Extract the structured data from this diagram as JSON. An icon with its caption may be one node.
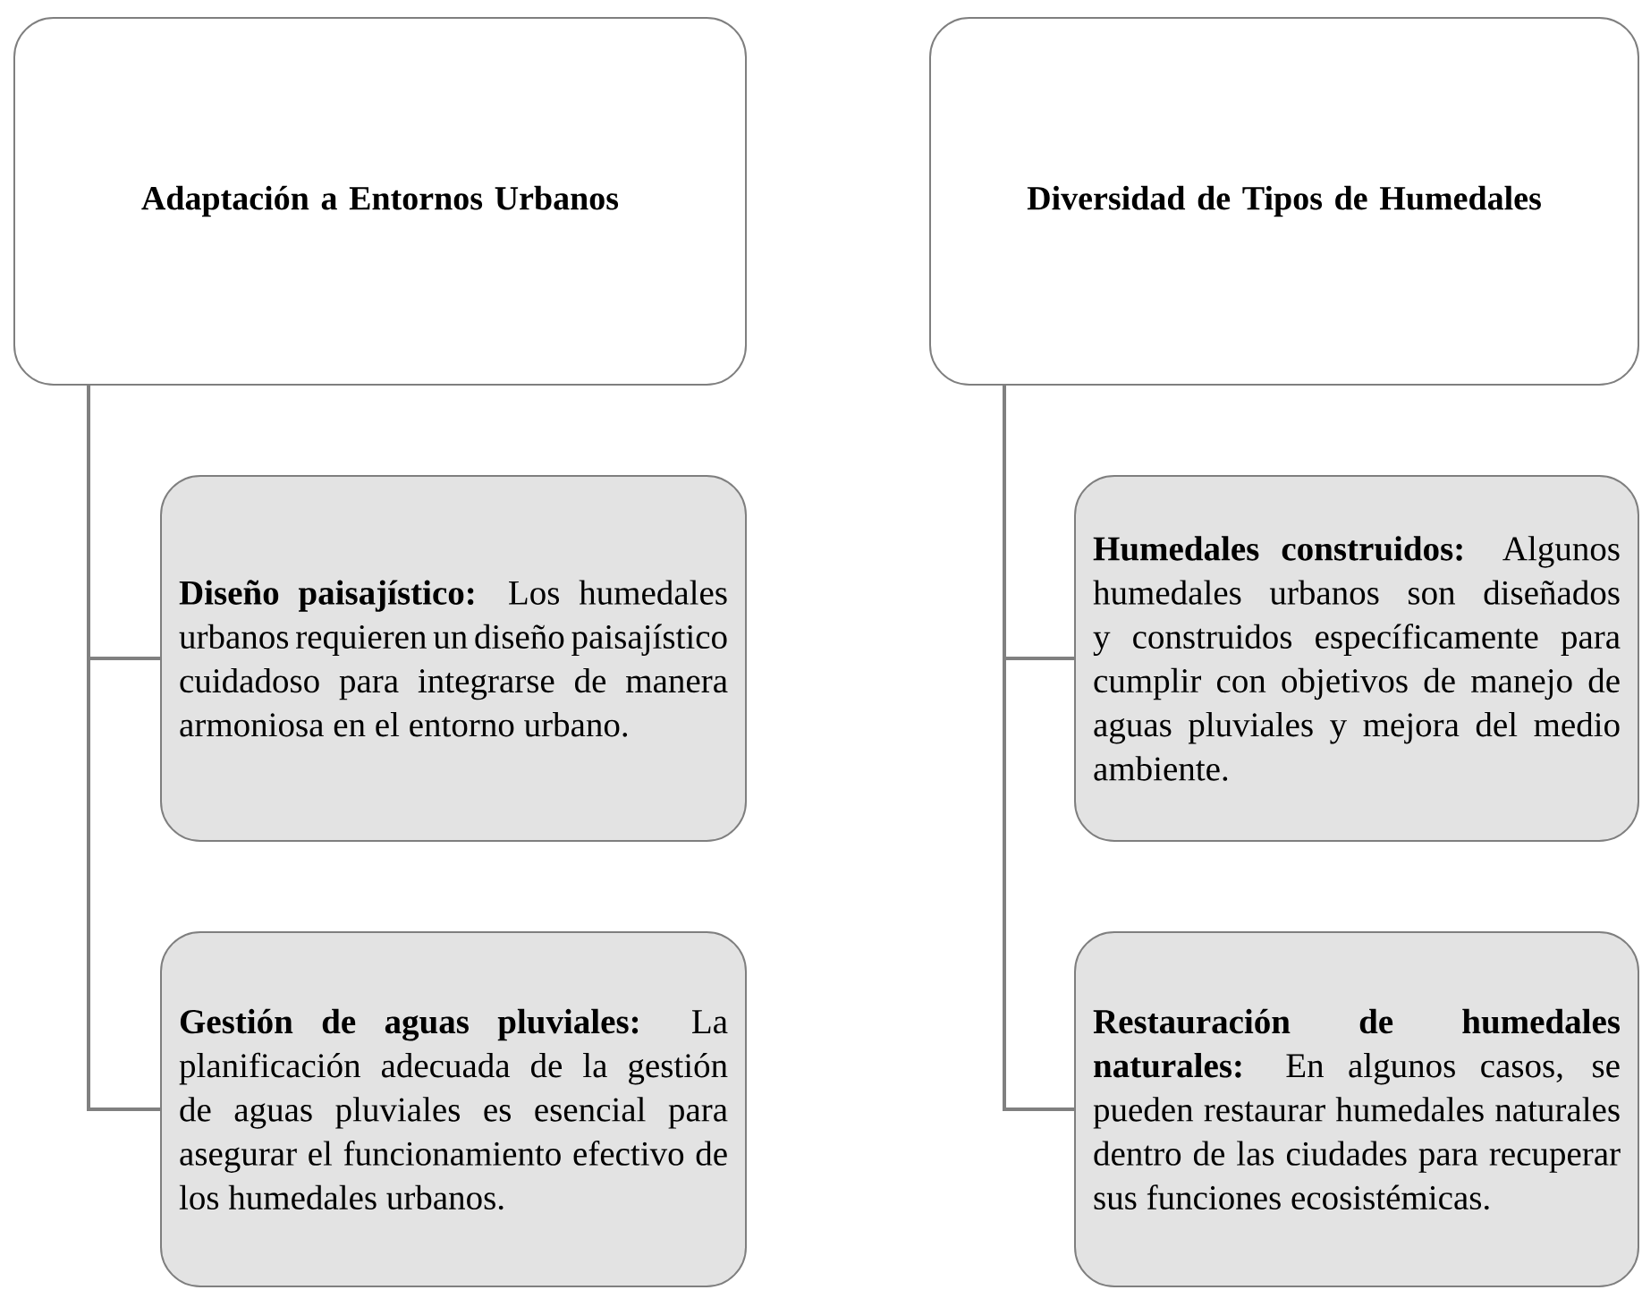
{
  "diagram": {
    "nodes": [
      {
        "text": [
          "Adaptación a Entornos Urbanos"
        ]
      },
      {
        "text": [
          "**Diseño paisajístico:** Los humedales urbanos requieren un diseño paisajístico cuidadoso para integrarse de manera armoniosa en el entorno urbano."
        ]
      },
      {
        "text": [
          "**Gestión de aguas pluviales:** La planificación adecuada de la gestión de aguas pluviales es esencial para asegurar el funcionamiento efectivo de los humedales urbanos."
        ]
      },
      {
        "text": [
          "Diversidad de Tipos de Humedales"
        ]
      },
      {
        "text": [
          "**Humedales construidos:** Algunos humedales urbanos son diseñados y construidos específicamente para cumplir con objetivos de manejo de aguas pluviales y mejora del medio ambiente."
        ]
      },
      {
        "text": [
          "**Restauración de humedales naturales:** En algunos casos, se pueden restaurar humedales naturales dentro de las ciudades para recuperar sus funciones ecosistémicas."
        ]
      }
    ],
    "edges": [
      {
        "from": 0,
        "to": 1,
        "arrow": "none"
      },
      {
        "from": 0,
        "to": 2,
        "arrow": "none"
      },
      {
        "from": 3,
        "to": 4,
        "arrow": "none"
      },
      {
        "from": 3,
        "to": 5,
        "arrow": "none"
      }
    ]
  }
}
